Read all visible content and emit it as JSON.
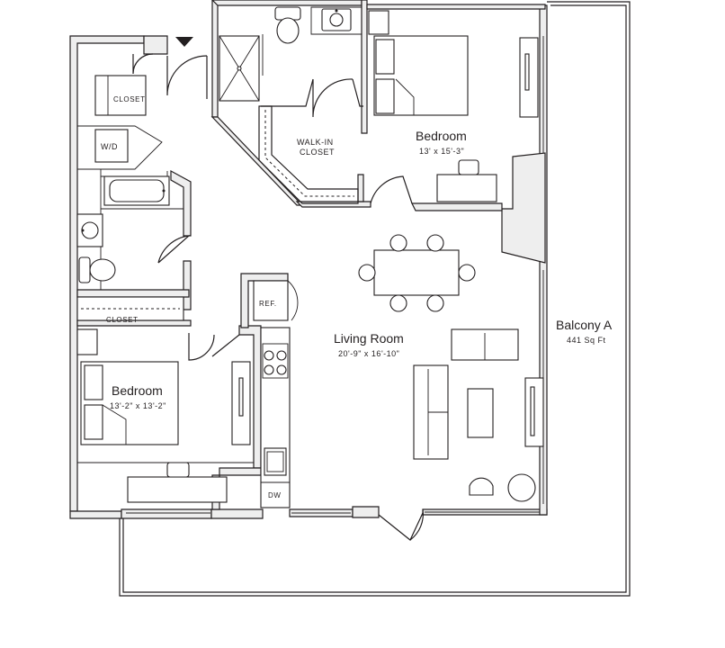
{
  "rooms": {
    "bedroom_1": {
      "name": "Bedroom",
      "dims": "13' x 15'-3\""
    },
    "bedroom_2": {
      "name": "Bedroom",
      "dims": "13'-2\" x 13'-2\""
    },
    "living_room": {
      "name": "Living Room",
      "dims": "20'-9\" x 16'-10\""
    },
    "walk_in_closet": {
      "line1": "WALK-IN",
      "line2": "CLOSET"
    },
    "balcony": {
      "name": "Balcony A",
      "area": "441 Sq Ft"
    }
  },
  "fixtures": {
    "closet_top": "CLOSET",
    "closet_mid": "CLOSET",
    "washer_dryer": "W/D",
    "refrigerator": "REF.",
    "dishwasher": "DW"
  },
  "icons": {
    "entry": "entry-triangle-icon"
  },
  "colors": {
    "wall_fill": "#eeeeee",
    "line": "#231f20"
  }
}
